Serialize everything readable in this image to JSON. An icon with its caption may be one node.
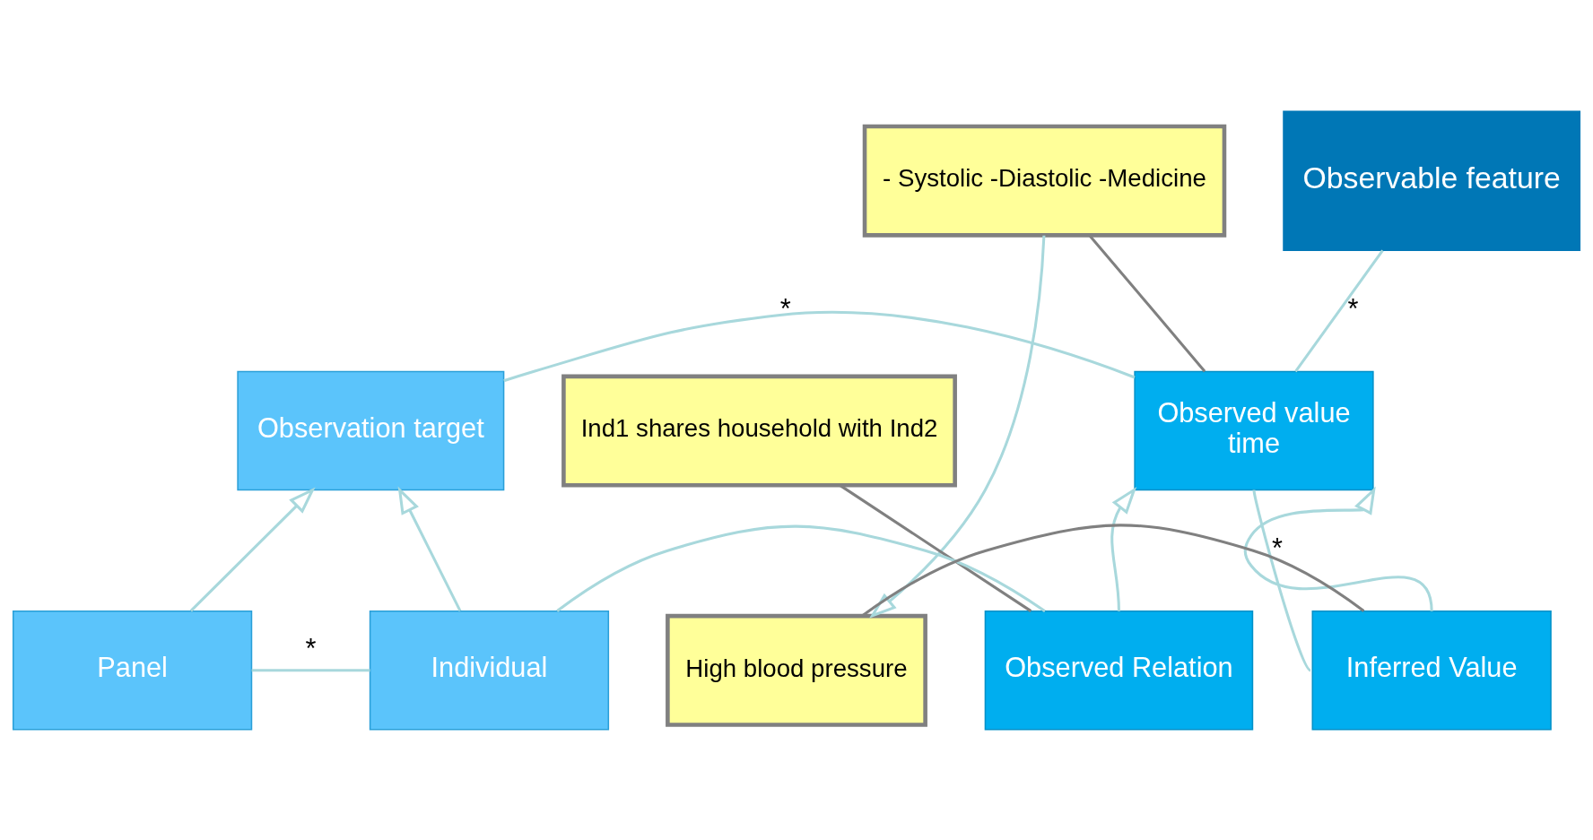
{
  "diagram": {
    "nodes": [
      {
        "text": [
          "Observable feature"
        ]
      },
      {
        "text": [
          "Observation target"
        ]
      },
      {
        "text": [
          "Observed value",
          "time"
        ]
      },
      {
        "text": [
          "Panel"
        ]
      },
      {
        "text": [
          "Individual"
        ]
      },
      {
        "text": [
          "Observed Relation"
        ]
      },
      {
        "text": [
          "Inferred Value"
        ]
      },
      {
        "text": [
          "- Systolic -Diastolic -Medicine"
        ]
      },
      {
        "text": [
          "Ind1 shares household with Ind2"
        ]
      },
      {
        "text": [
          "High blood pressure"
        ]
      }
    ],
    "edges": [
      {
        "from": 2,
        "to": 0,
        "arrow": "none",
        "label": "*"
      },
      {
        "from": 1,
        "to": 2,
        "arrow": "none",
        "label": "*"
      },
      {
        "from": 3,
        "to": 1,
        "arrow": "to"
      },
      {
        "from": 4,
        "to": 1,
        "arrow": "to"
      },
      {
        "from": 3,
        "to": 4,
        "arrow": "none",
        "label": "*"
      },
      {
        "from": 4,
        "to": 5,
        "arrow": "none"
      },
      {
        "from": 5,
        "to": 2,
        "arrow": "to"
      },
      {
        "from": 2,
        "to": 6,
        "arrow": "none",
        "label": "*"
      },
      {
        "from": 6,
        "to": 2,
        "arrow": "to"
      },
      {
        "from": 7,
        "to": 2,
        "arrow": "none",
        "color": "#808080"
      },
      {
        "from": 8,
        "to": 5,
        "arrow": "none",
        "color": "#808080"
      },
      {
        "from": 9,
        "to": 6,
        "arrow": "none",
        "color": "#808080"
      },
      {
        "from": 7,
        "to": 9,
        "arrow": "to"
      }
    ]
  }
}
